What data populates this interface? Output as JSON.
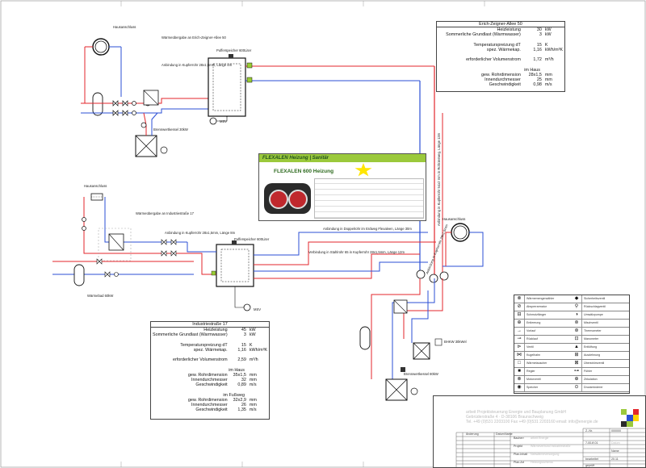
{
  "labels": {
    "hausanschluss_top": "Hausanschluss",
    "waermeuebergabe_top": "Wärmeübergabe an Erich-Zeigner-Allee 50",
    "pufferspeicher_top": "Pufferspeicher 600Liter",
    "anbindung_top": "Anbindung in Kupferrohr 28x1,5mm, Länge 4m",
    "brennwert_top": "Brennwertkessel 30kW",
    "msv_top": "MSV",
    "hausanschluss_left": "Hausanschluss",
    "waermeuebergabe_left": "Wärmeübergabe an Industriestraße 17",
    "anbindung_left": "Anbindung in Kupferrohr 28x1,5mm, Länge 8m",
    "pufferspeicher_left": "Pufferspeicher 600Liter",
    "waermebad": "Wärmebad 60kW",
    "msv_bottom": "MSV",
    "verbindung_ground": "Anbindung in Doppelrohr im Erdweg Flexaleen, Länge 30m",
    "verbindung_lower": "Verbindung in Stahlrohr 65 in Kupferrohr 28x1,5mm, Länge 12m",
    "vertical_right": "Anbindung in Kupferrohr 54x2 mm in Rohrzerweg, Länge 13m",
    "vertical_right2": "Anbindung in Kupferrohr 28x1,5mm",
    "hausanschluss_right": "Hausanschluss",
    "bhkw": "BHKW 30kWel",
    "brennwert_bottom": "Brennwertkessel 80kW"
  },
  "table_top": {
    "title": "Erich-Zeigner-Allee 50",
    "rows": [
      {
        "label": "Heizleistung",
        "value": "30",
        "unit": "kW"
      },
      {
        "label": "Sommerliche Grundlast (Warmwasser)",
        "value": "3",
        "unit": "kW"
      },
      {
        "label": "",
        "value": "",
        "unit": ""
      },
      {
        "label": "Temperaturspreizung dT",
        "value": "15",
        "unit": "K"
      },
      {
        "label": "spez. Wärmekap.",
        "value": "1,16",
        "unit": "kWh/m³K"
      },
      {
        "label": "",
        "value": "",
        "unit": ""
      },
      {
        "label": "erforderlicher Volumenstrom",
        "value": "1,72",
        "unit": "m³/h"
      },
      {
        "label": "",
        "value": "",
        "unit": ""
      },
      {
        "label": "im Haus",
        "value": "",
        "unit": "",
        "section": true
      },
      {
        "label": "gew. Rohrdimension",
        "value": "28x1,5",
        "unit": "mm"
      },
      {
        "label": "Innendurchmesser",
        "value": "25",
        "unit": "mm"
      },
      {
        "label": "Geschwindigkeit",
        "value": "0,98",
        "unit": "m/s"
      }
    ]
  },
  "table_bottom": {
    "title": "Industriestraße 17",
    "rows": [
      {
        "label": "Heizleistung",
        "value": "45",
        "unit": "kW"
      },
      {
        "label": "Sommerliche Grundlast (Warmwasser)",
        "value": "3",
        "unit": "kW"
      },
      {
        "label": "",
        "value": "",
        "unit": ""
      },
      {
        "label": "Temperaturspreizung dT",
        "value": "15",
        "unit": "K"
      },
      {
        "label": "spez. Wärmekap.",
        "value": "1,16",
        "unit": "kWh/m³K"
      },
      {
        "label": "",
        "value": "",
        "unit": ""
      },
      {
        "label": "erforderlicher Volumenstrom",
        "value": "2,59",
        "unit": "m³/h"
      },
      {
        "label": "",
        "value": "",
        "unit": ""
      },
      {
        "label": "im Haus",
        "value": "",
        "unit": "",
        "section": true
      },
      {
        "label": "gew. Rohrdimension",
        "value": "35x1,5",
        "unit": "mm"
      },
      {
        "label": "Innendurchmesser",
        "value": "32",
        "unit": "mm"
      },
      {
        "label": "Geschwindigkeit",
        "value": "0,89",
        "unit": "m/s"
      },
      {
        "label": "",
        "value": "",
        "unit": ""
      },
      {
        "label": "im Fußweg",
        "value": "",
        "unit": "",
        "section": true
      },
      {
        "label": "gew. Rohrdimension",
        "value": "32x2,9",
        "unit": "mm"
      },
      {
        "label": "Innendurchmesser",
        "value": "26",
        "unit": "mm"
      },
      {
        "label": "Geschwindigkeit",
        "value": "1,35",
        "unit": "m/s"
      }
    ]
  },
  "ad": {
    "banner": "FLEXALEN Heizung | Sanitär",
    "product": "FLEXALEN 600 Heizung"
  },
  "legend": {
    "items": [
      {
        "sym": "⊗",
        "text": "Wärmemengenzähler"
      },
      {
        "sym": "◆",
        "text": "Sicherheitsventil"
      },
      {
        "sym": "⊘",
        "text": "Absperrarmatur"
      },
      {
        "sym": "⚲",
        "text": "Rückschlagventil"
      },
      {
        "sym": "⊟",
        "text": "Schmutzfänger"
      },
      {
        "sym": "◑",
        "text": "Umwälzpumpe"
      },
      {
        "sym": "⊕",
        "text": "Entleerung"
      },
      {
        "sym": "⊚",
        "text": "Mischventil"
      },
      {
        "sym": "→",
        "text": "Vorlauf"
      },
      {
        "sym": "⊛",
        "text": "Thermometer"
      },
      {
        "sym": "⊸",
        "text": "Rücklauf"
      },
      {
        "sym": "⊡",
        "text": "Manometer"
      },
      {
        "sym": "⊳",
        "text": "Ventil"
      },
      {
        "sym": "▲",
        "text": "Entlüftung"
      },
      {
        "sym": "⋈",
        "text": "Kugelhahn"
      },
      {
        "sym": "⊞",
        "text": "Ausdehnung"
      },
      {
        "sym": "□",
        "text": "Wärmetauscher"
      },
      {
        "sym": "⊠",
        "text": "Überströmventil"
      },
      {
        "sym": "■",
        "text": "Regler"
      },
      {
        "sym": "⊶",
        "text": "Fühler"
      },
      {
        "sym": "⊗",
        "text": "Motorventil"
      },
      {
        "sym": "⊕",
        "text": "Zirkulation"
      },
      {
        "sym": "◉",
        "text": "Speicher"
      },
      {
        "sym": "⊙",
        "text": "Druckminderer"
      }
    ]
  },
  "titleblock": {
    "company": "arbeit Projektsteuerung Energie und Bauplanung GmbH",
    "address": "Gebrüderstraße 4 · D-38106 Braunschweig",
    "contact": "Tel. +49 (0)531 2203100 Fax +49 (0)531 2203160 email: info@energie.de",
    "col_aenderung": "Änderung",
    "col_datum": "Datum",
    "col_name": "Name",
    "row_bauherr": "Bauherr",
    "row_projekt": "Projekt",
    "row_planinhalt": "Plan-Inhalt",
    "row_planart": "Plan-Art",
    "val_bauherr": "arbeit Energie",
    "val_projekt": "Wärmeverbund Industriestraße",
    "val_planinhalt": "Nahwärmeversorgung",
    "val_planart": "Heizungsschema",
    "r_label1": "Z.-Nr.",
    "r_val1": "000000",
    "r_label2": "",
    "r_val2": "7-00-ff-01",
    "r_label3": "Datum",
    "r_val3": "Name",
    "r_label4": "bearbeitet",
    "r_val4": "20.11",
    "r_label5": "geprüft",
    "r_val5": "",
    "rows_idx": [
      "a",
      "b",
      "c",
      "d",
      "e",
      "f",
      "g",
      "h",
      "i"
    ]
  },
  "colors": {
    "supply": "#e3262b",
    "return": "#2b4fd6",
    "line": "#222222"
  }
}
